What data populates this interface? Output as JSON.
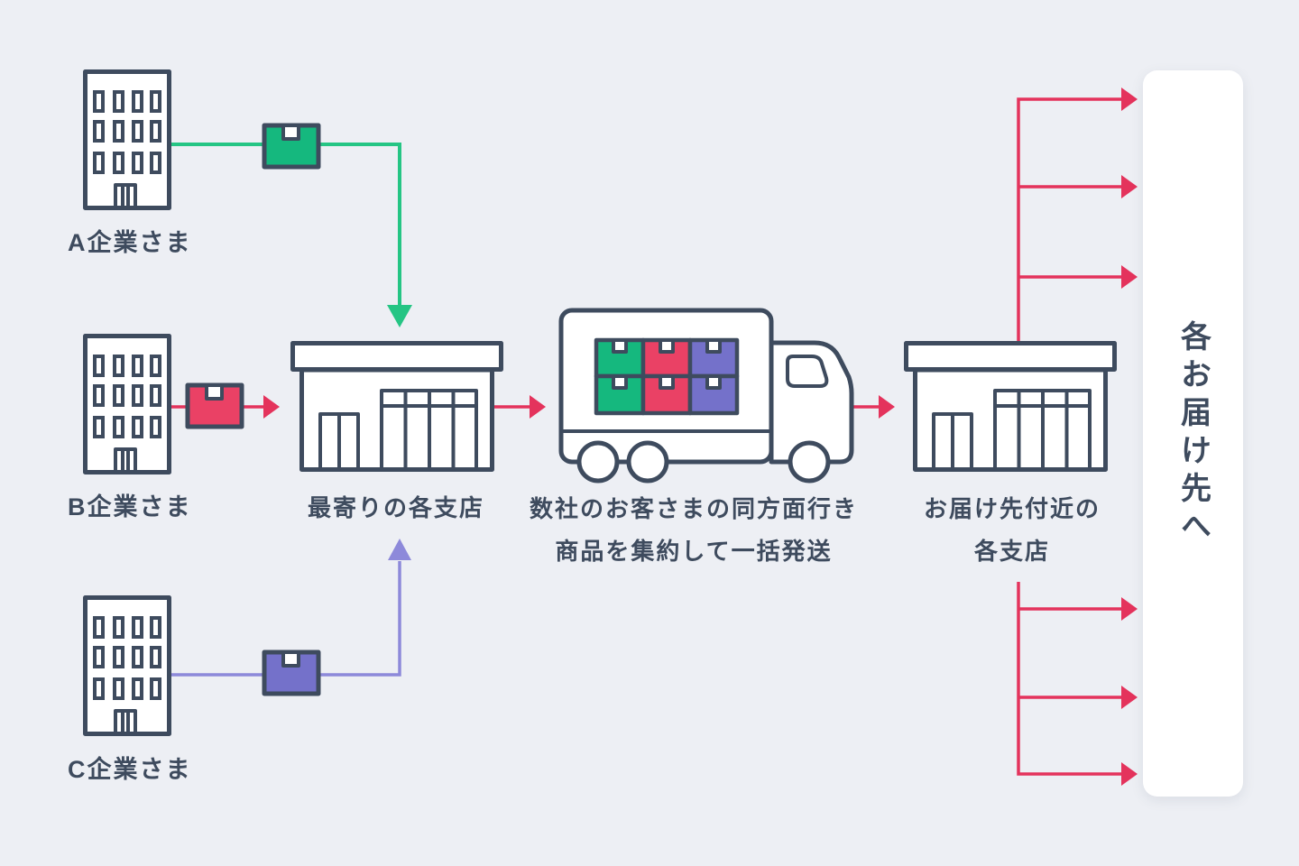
{
  "colors": {
    "bg": "#edeff4",
    "panel": "#ffffff",
    "outline": "#3e4b5e",
    "text": "#3e4b5e",
    "green_box": "#15b87e",
    "green_line": "#25c584",
    "red_box": "#ea4165",
    "red_line": "#e4335c",
    "purple_box": "#7471ca",
    "purple_line": "#8d89da"
  },
  "labels": {
    "company_a": "A企業さま",
    "company_b": "B企業さま",
    "company_c": "C企業さま",
    "origin_branch": "最寄りの各支店",
    "truck_caption_line1": "数社のお客さまの同方面行き",
    "truck_caption_line2": "商品を集約して一括発送",
    "dest_branch_line1": "お届け先付近の",
    "dest_branch_line2": "各支店",
    "destination_panel": "各お届け先へ"
  },
  "icons": {
    "building": "office-building-icon",
    "warehouse": "branch-warehouse-icon",
    "truck": "delivery-truck-icon",
    "parcel_green": "green-parcel-icon",
    "parcel_red": "red-parcel-icon",
    "parcel_purple": "purple-parcel-icon"
  }
}
